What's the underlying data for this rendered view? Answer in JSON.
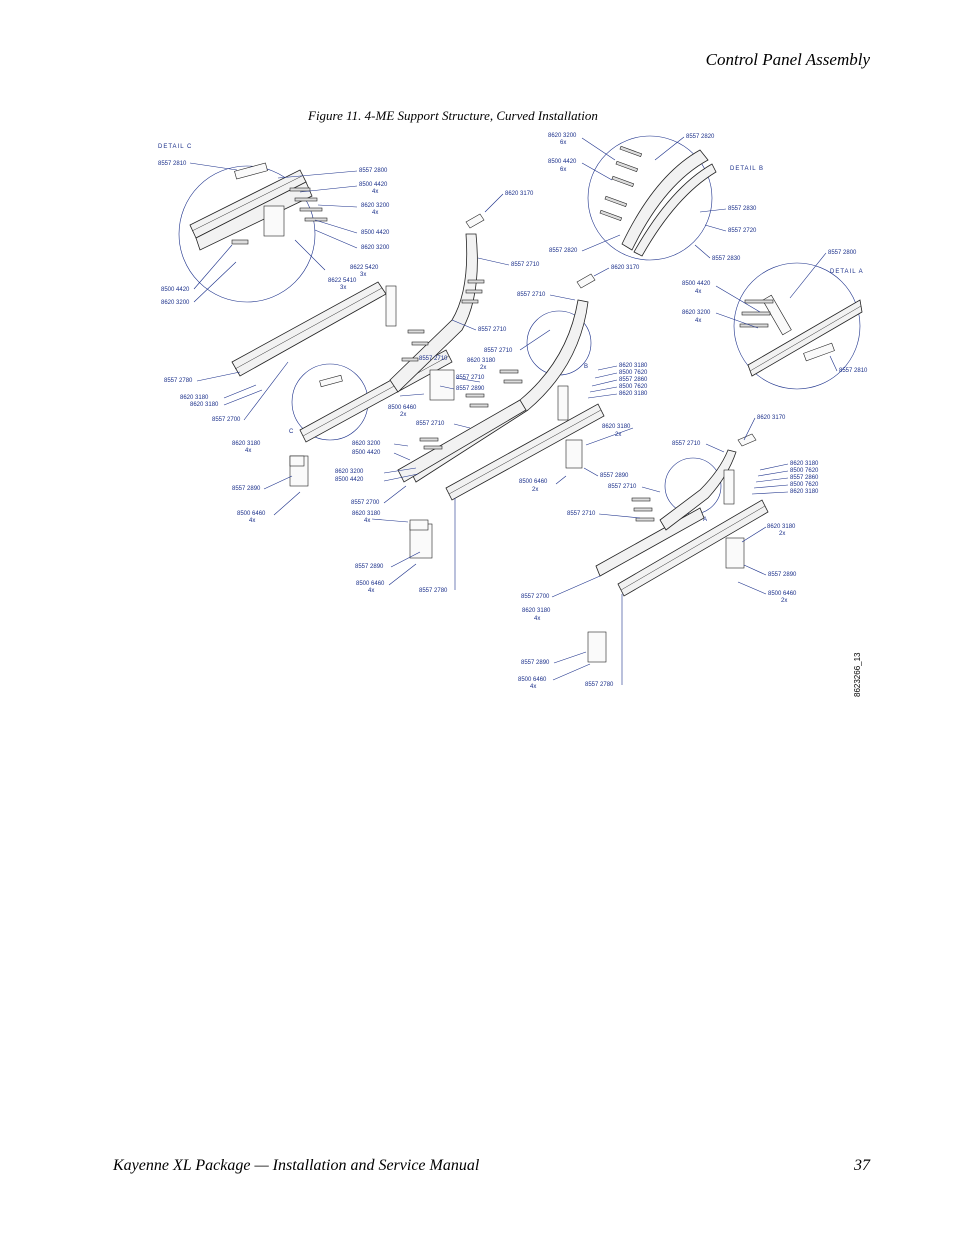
{
  "header": {
    "section_title": "Control Panel Assembly"
  },
  "figure": {
    "caption": "Figure 11.  4-ME Support Structure, Curved Installation",
    "drawing_number": "8623266_13",
    "details": {
      "a": "DETAIL A",
      "b": "DETAIL B",
      "c": "DETAIL C",
      "a_mark": "A",
      "b_mark": "B",
      "c_mark": "C"
    },
    "callouts": [
      "8557 2810",
      "8557 2800",
      "8500 4420",
      "4x",
      "8620 3200",
      "4x",
      "8500 4420",
      "8620 3200",
      "8622 5420",
      "3x",
      "8622 5410",
      "3x",
      "8500 4420",
      "8620 3200",
      "8620 3170",
      "8620 3200",
      "6x",
      "8500 4420",
      "6x",
      "8557 2820",
      "8557 2830",
      "8557 2720",
      "8557 2820",
      "8557 2830",
      "8620 3170",
      "8557 2710",
      "8557 2800",
      "8500 4420",
      "4x",
      "8620 3200",
      "4x",
      "8557 2810",
      "8557 2710",
      "8557 2710",
      "8557 2710",
      "8620 3180",
      "2x",
      "8557 2710",
      "8557 2890",
      "8620 3180",
      "8500 7620",
      "8557 2860",
      "8500 7620",
      "8620 3180",
      "8557 2780",
      "8620 3180",
      "8620 3180",
      "8557 2700",
      "8557 2710",
      "8500 6460",
      "2x",
      "8557 2710",
      "8620 3180",
      "4x",
      "8557 2890",
      "8500 6460",
      "4x",
      "8620 3200",
      "8500 4420",
      "8620 3200",
      "8500 4420",
      "8557 2700",
      "8620 3180",
      "4x",
      "8620 3180",
      "2x",
      "8500 6460",
      "2x",
      "8557 2890",
      "8557 2710",
      "8557 2890",
      "8500 6460",
      "4x",
      "8557 2780",
      "8620 3170",
      "8557 2710",
      "8620 3180",
      "8500 7620",
      "8557 2860",
      "8500 7620",
      "8620 3180",
      "8620 3180",
      "2x",
      "8557 2710",
      "8557 2890",
      "8500 6460",
      "2x",
      "8557 2700",
      "8620 3180",
      "4x",
      "8557 2890",
      "8500 6460",
      "4x",
      "8557 2780"
    ]
  },
  "footer": {
    "manual_title": "Kayenne XL Package  —  Installation and Service Manual",
    "page_number": "37"
  }
}
